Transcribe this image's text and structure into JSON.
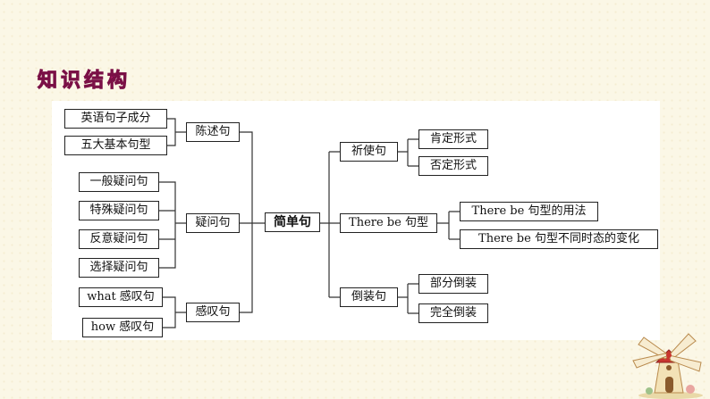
{
  "section_title": "知识结构",
  "diagram": {
    "center": "简单句",
    "left": [
      {
        "label": "陈述句",
        "children": [
          "英语句子成分",
          "五大基本句型"
        ]
      },
      {
        "label": "疑问句",
        "children": [
          "一般疑问句",
          "特殊疑问句",
          "反意疑问句",
          "选择疑问句"
        ]
      },
      {
        "label": "感叹句",
        "children": [
          "what 感叹句",
          "how 感叹句"
        ]
      }
    ],
    "right": [
      {
        "label": "祈使句",
        "children": [
          "肯定形式",
          "否定形式"
        ]
      },
      {
        "label": "There be 句型",
        "children": [
          "There be 句型的用法",
          "There be 句型不同时态的变化"
        ]
      },
      {
        "label": "倒装句",
        "children": [
          "部分倒装",
          "完全倒装"
        ]
      }
    ]
  },
  "decoration": {
    "windmill": "windmill-icon"
  }
}
